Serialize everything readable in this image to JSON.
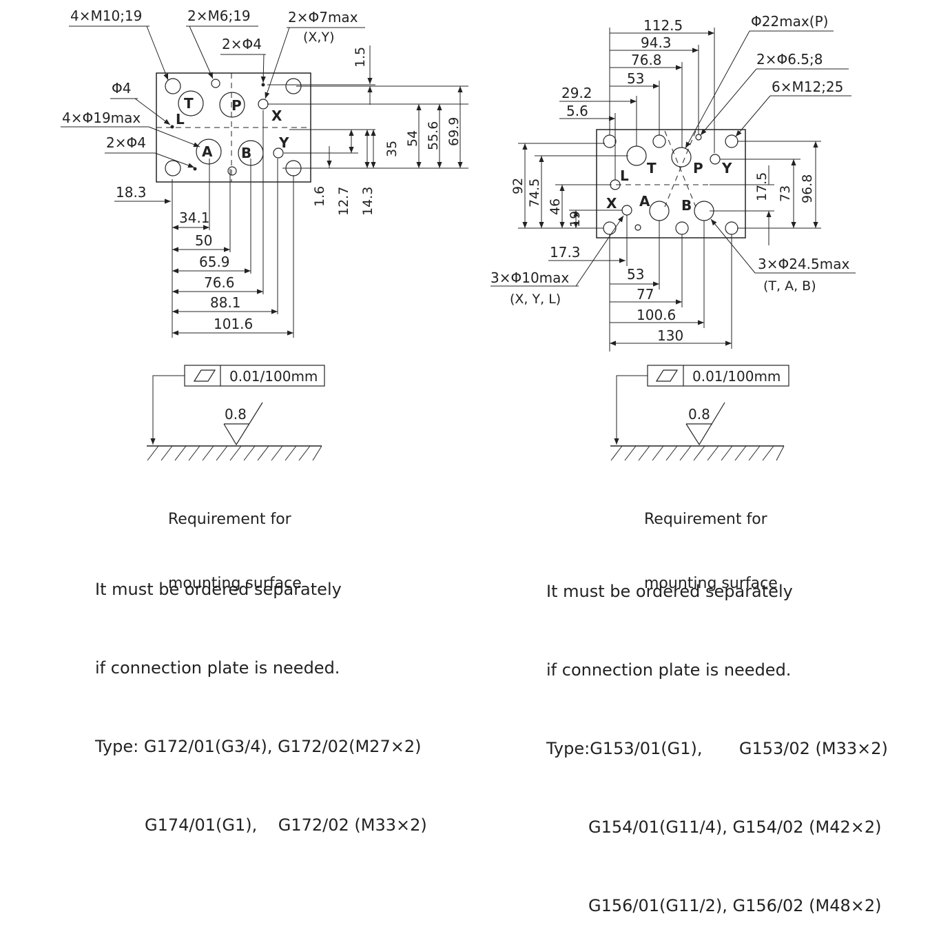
{
  "left": {
    "callouts": {
      "m10": "4×M10;19",
      "m6": "2×M6;19",
      "x_y_hole": "2×Φ7max",
      "x_y_hole_sub": "(X,Y)",
      "pin_top": "2×Φ4",
      "phi4": "Φ4",
      "phi19": "4×Φ19max",
      "pin_bottom": "2×Φ4"
    },
    "ports": {
      "t": "T",
      "p": "P",
      "l": "L",
      "x": "X",
      "a": "A",
      "b": "B",
      "y": "Y"
    },
    "dims_horizontal": [
      "18.3",
      "34.1",
      "50",
      "65.9",
      "76.6",
      "88.1",
      "101.6"
    ],
    "dims_vertical": [
      "1.5",
      "35",
      "54",
      "55.6",
      "69.9",
      "1.6",
      "12.7",
      "14.3"
    ],
    "flatness": "0.01/100mm",
    "roughness": "0.8",
    "surface_caption_1": "Requirement for",
    "surface_caption_2": "mounting surface",
    "note_1": "It must be ordered separately",
    "note_2": "if connection plate is needed.",
    "type_1": "Type: G172/01(G3/4), G172/02(M27×2)",
    "type_2": "G174/01(G1),    G172/02 (M33×2)"
  },
  "right": {
    "callouts": {
      "p_hole": "Φ22max(P)",
      "pin": "2×Φ6.5;8",
      "m12": "6×M12;25",
      "t_a_b_hole": "3×Φ24.5max",
      "t_a_b_sub": "(T, A, B)",
      "x_y_l_hole": "3×Φ10max",
      "x_y_l_sub": "(X, Y, L)"
    },
    "ports": {
      "t": "T",
      "p": "P",
      "y": "Y",
      "l": "L",
      "x": "X",
      "a": "A",
      "b": "B"
    },
    "dims_top": [
      "112.5",
      "94.3",
      "76.8",
      "53",
      "29.2",
      "5.6"
    ],
    "dims_bottom": [
      "17.3",
      "53",
      "77",
      "100.6",
      "130"
    ],
    "dims_left_vertical": [
      "92",
      "74.5",
      "46",
      "19"
    ],
    "dims_right_vertical": [
      "17.5",
      "73",
      "96.8"
    ],
    "flatness": "0.01/100mm",
    "roughness": "0.8",
    "surface_caption_1": "Requirement for",
    "surface_caption_2": "mounting surface",
    "note_1": "It must be ordered separately",
    "note_2": "if connection plate is needed.",
    "type_1": "Type:G153/01(G1),       G153/02 (M33×2)",
    "type_2": "G154/01(G11/4), G154/02 (M42×2)",
    "type_3": "G156/01(G11/2), G156/02 (M48×2)"
  }
}
